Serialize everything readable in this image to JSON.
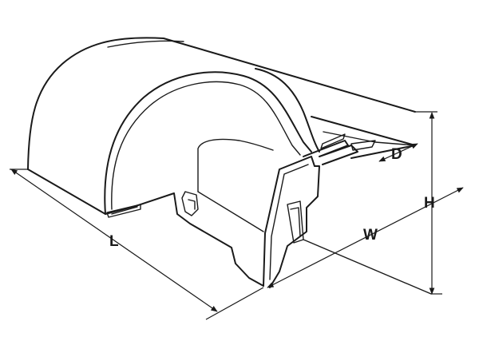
{
  "dimensions": {
    "length": "L",
    "width": "W",
    "height": "H",
    "depth": "D"
  },
  "colors": {
    "line": "#1a1a1a",
    "background": "#ffffff"
  }
}
